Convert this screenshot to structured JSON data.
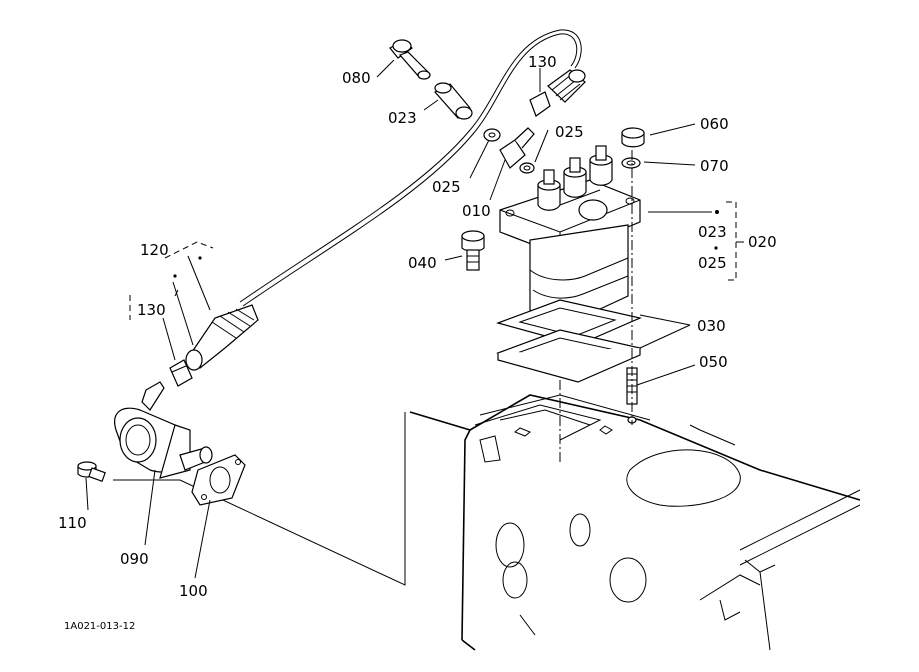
{
  "callouts": [
    {
      "id": "l080",
      "text": "080"
    },
    {
      "id": "l023a",
      "text": "023"
    },
    {
      "id": "l130a",
      "text": "130"
    },
    {
      "id": "l025a",
      "text": "025"
    },
    {
      "id": "l025b",
      "text": "025"
    },
    {
      "id": "l010",
      "text": "010"
    },
    {
      "id": "l060",
      "text": "060"
    },
    {
      "id": "l070",
      "text": "070"
    },
    {
      "id": "l023b",
      "text": "023"
    },
    {
      "id": "l025c",
      "text": "025"
    },
    {
      "id": "l020",
      "text": "020"
    },
    {
      "id": "l040",
      "text": "040"
    },
    {
      "id": "l030",
      "text": "030"
    },
    {
      "id": "l050",
      "text": "050"
    },
    {
      "id": "l120",
      "text": "120"
    },
    {
      "id": "l130b",
      "text": "130"
    },
    {
      "id": "l110",
      "text": "110"
    },
    {
      "id": "l090",
      "text": "090"
    },
    {
      "id": "l100",
      "text": "100"
    }
  ],
  "figure_code": "1A021-013-12"
}
